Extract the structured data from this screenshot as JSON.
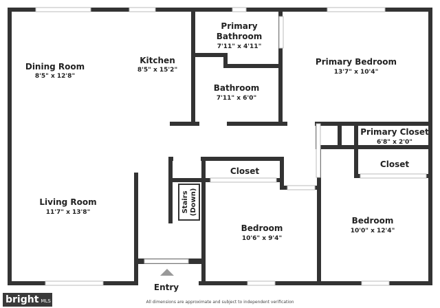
{
  "rooms": {
    "dining_room": {
      "name": "Dining Room",
      "dims": "8'5\" x 12'8\""
    },
    "kitchen": {
      "name": "Kitchen",
      "dims": "8'5\" x 15'2\""
    },
    "primary_bathroom": {
      "name_line1": "Primary",
      "name_line2": "Bathroom",
      "dims": "7'11\" x 4'11\""
    },
    "bathroom": {
      "name": "Bathroom",
      "dims": "7'11\" x 6'0\""
    },
    "primary_bedroom": {
      "name": "Primary Bedroom",
      "dims": "13'7\" x 10'4\""
    },
    "primary_closet": {
      "name": "Primary Closet",
      "dims": "6'8\" x 2'0\""
    },
    "closet_center": {
      "name": "Closet"
    },
    "closet_right": {
      "name": "Closet"
    },
    "living_room": {
      "name": "Living Room",
      "dims": "11'7\" x 13'8\""
    },
    "stairs": {
      "line1": "Stairs",
      "line2": "(Down)"
    },
    "bedroom_center": {
      "name": "Bedroom",
      "dims": "10'6\" x 9'4\""
    },
    "bedroom_right": {
      "name": "Bedroom",
      "dims": "10'0\" x 12'4\""
    },
    "entry": {
      "name": "Entry"
    }
  },
  "footer": {
    "disclaimer": "All dimensions are approximate and subject to independent verification",
    "logo_text": "bright",
    "logo_sub": "MLS"
  },
  "colors": {
    "wall": "#333333",
    "window": "#bbbbbb",
    "background": "#ffffff",
    "entry_marker": "#999999"
  }
}
